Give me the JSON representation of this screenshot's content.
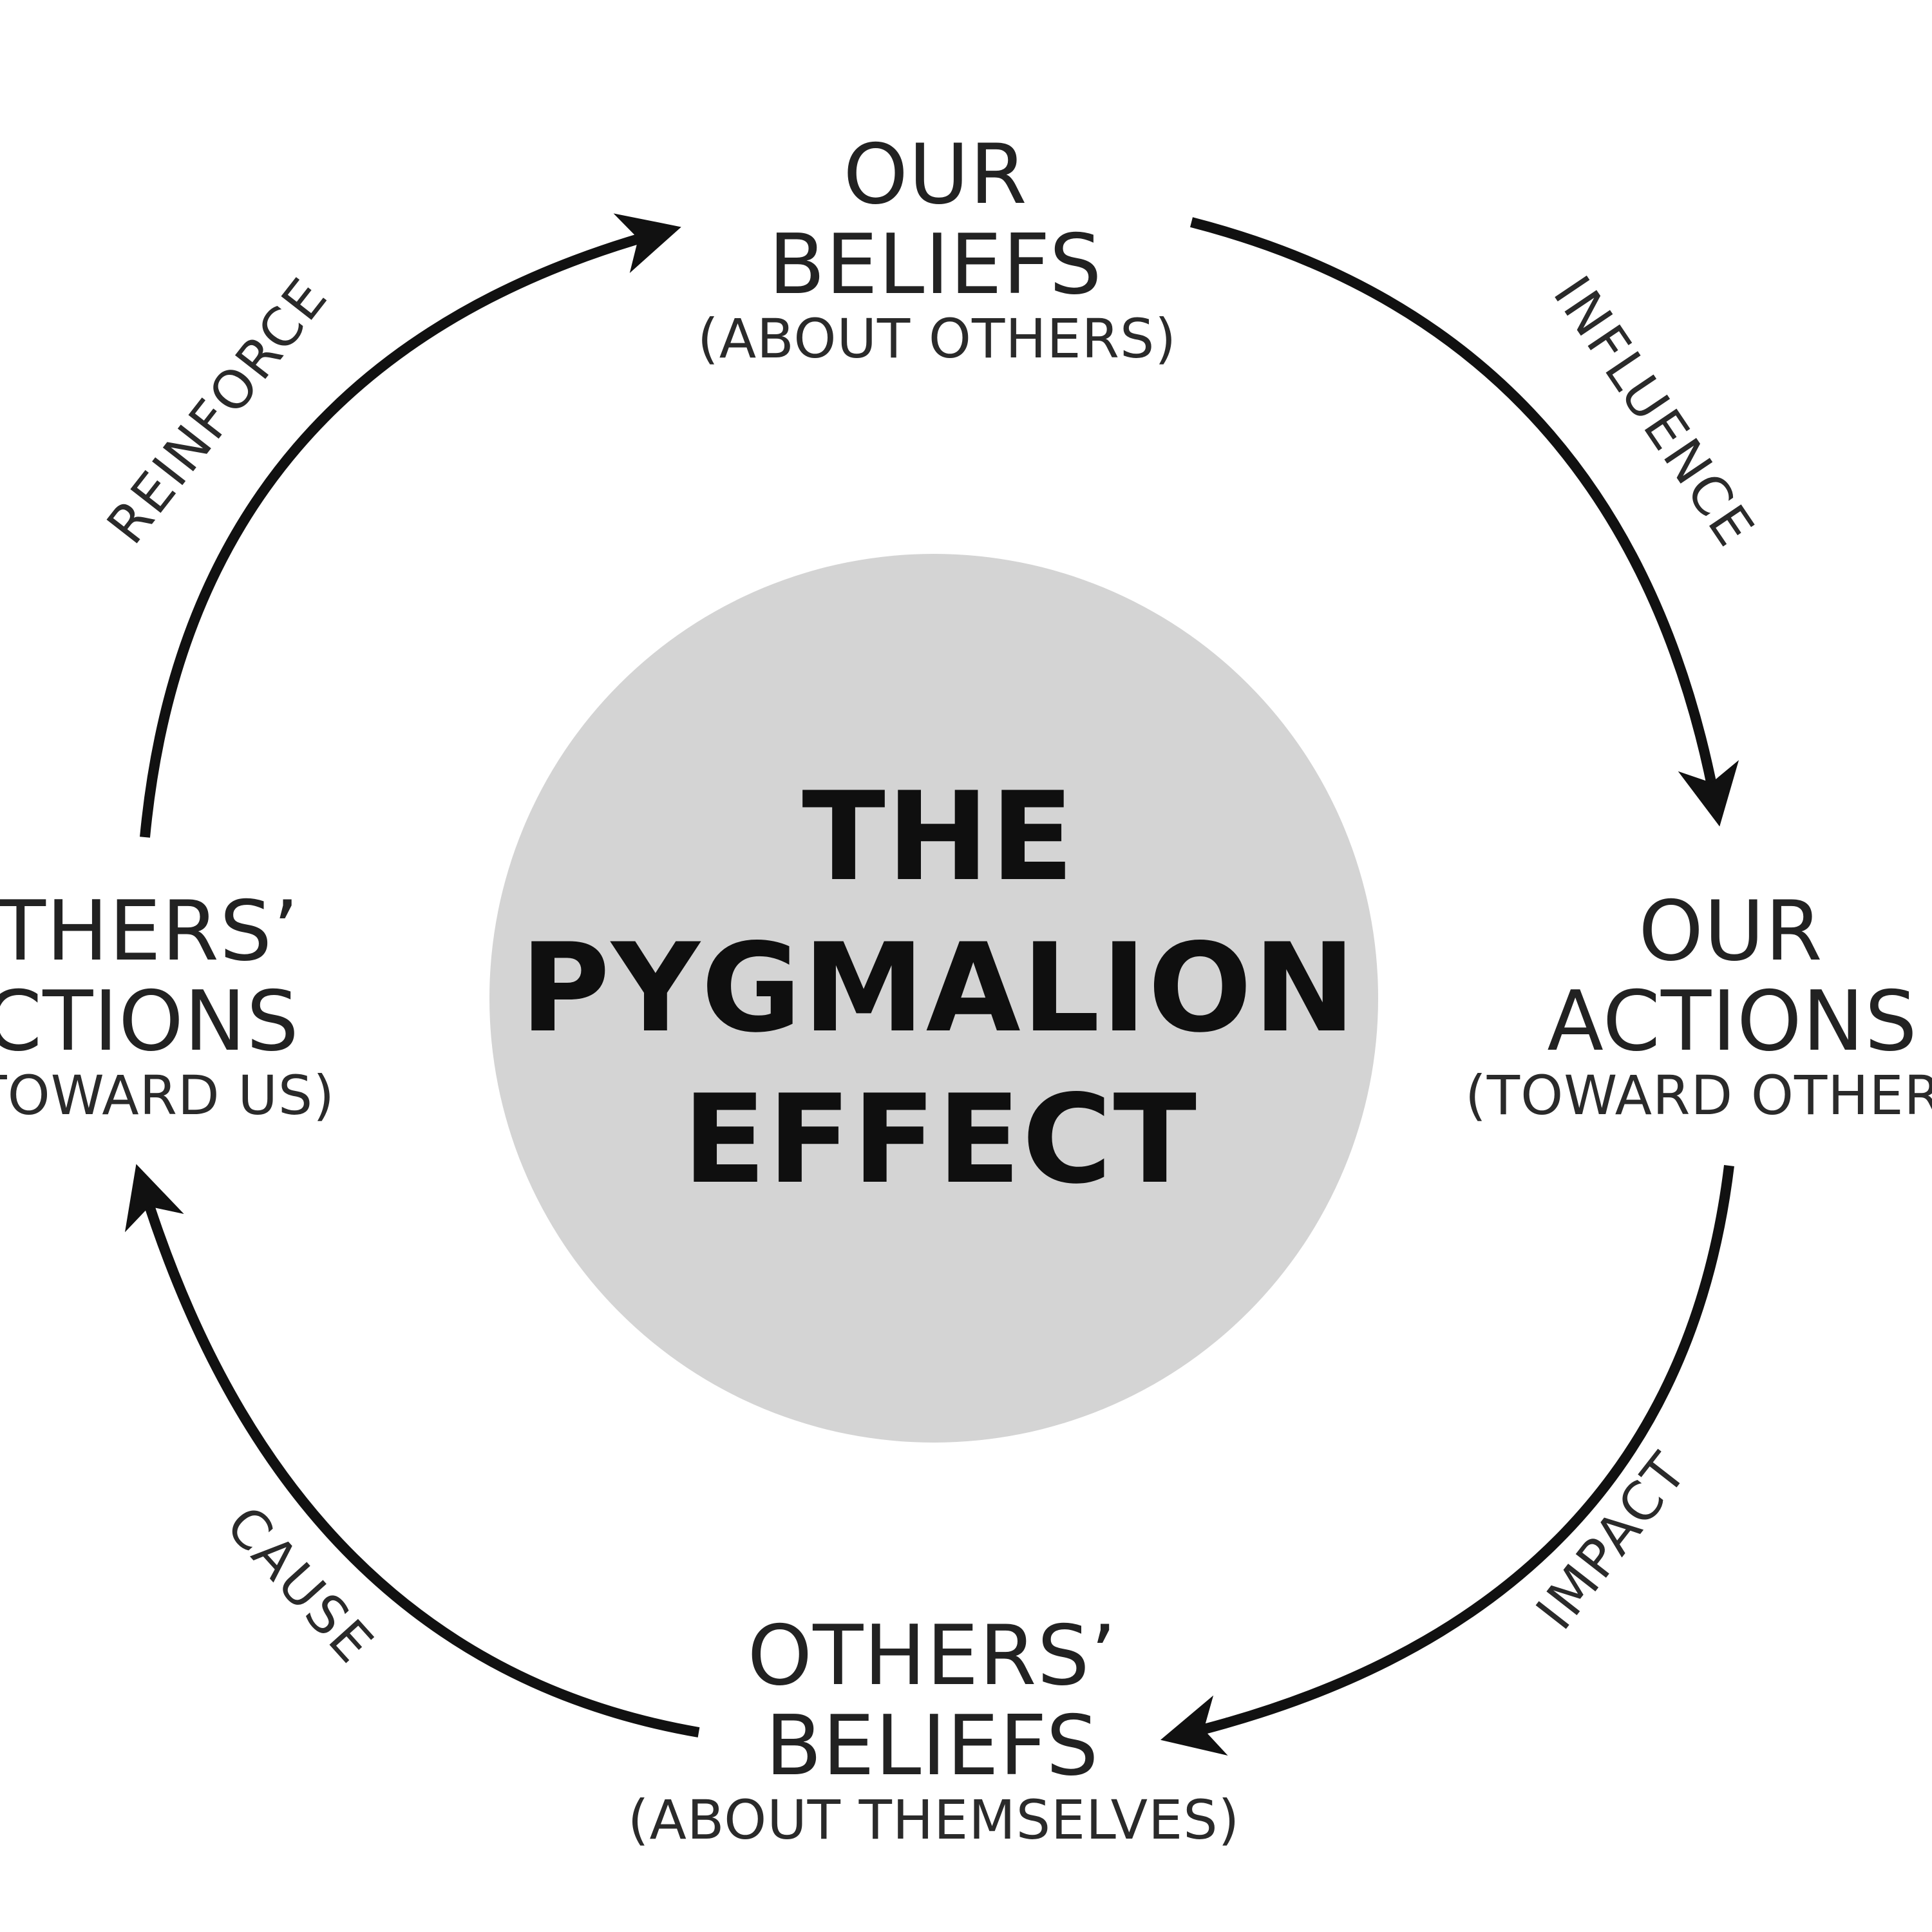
{
  "center": {
    "lines": [
      "THE",
      "PYGMALION",
      "EFFECT"
    ],
    "fill": "#d4d4d4"
  },
  "nodes": {
    "our_beliefs": {
      "line1": "OUR",
      "line2": "BELIEFS",
      "sub": "(ABOUT OTHERS)"
    },
    "our_actions": {
      "line1": "OUR",
      "line2": "ACTIONS",
      "sub": "(TOWARD OTHERS)"
    },
    "others_beliefs": {
      "line1": "OTHERS’",
      "line2": "BELIEFS",
      "sub": "(ABOUT THEMSELVES)"
    },
    "others_actions": {
      "line1": "OTHERS’",
      "line2": "ACTIONS",
      "sub": "(TOWARD US)"
    }
  },
  "edges": {
    "influence": "INFLUENCE",
    "impact": "IMPACT",
    "cause": "CAUSE",
    "reinforce": "REINFORCE"
  },
  "colors": {
    "arrow": "#111111",
    "text": "#222222",
    "background": "#ffffff"
  }
}
